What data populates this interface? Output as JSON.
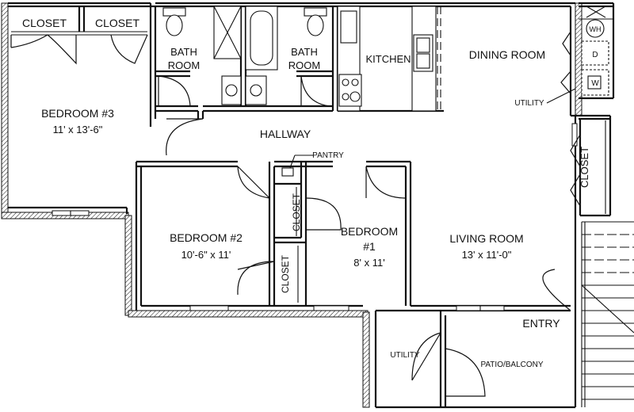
{
  "rooms": {
    "closet_a": "CLOSET",
    "closet_b": "CLOSET",
    "bath1_line1": "BATH",
    "bath1_line2": "ROOM",
    "bath2_line1": "BATH",
    "bath2_line2": "ROOM",
    "kitchen": "KITCHEN",
    "dining": "DINING ROOM",
    "utility_right": "UTILITY",
    "hallway": "HALLWAY",
    "pantry": "PANTRY",
    "bed3_name": "BEDROOM #3",
    "bed3_size": "11' x 13'-6\"",
    "bed2_name": "BEDROOM #2",
    "bed2_size": "10'-6\" x 11'",
    "bed1_line1": "BEDROOM",
    "bed1_line2": "#1",
    "bed1_size": "8' x 11'",
    "living_name": "LIVING ROOM",
    "living_size": "13' x 11'-0\"",
    "closet_hall": "CLOSET",
    "closet_bed2": "CLOSET",
    "closet_right": "CLOSET",
    "entry": "ENTRY",
    "utility_bottom": "UTILITY",
    "patio": "PATIO/BALCONY"
  },
  "appliances": {
    "water_heater": "WH",
    "dryer": "D",
    "washer": "W"
  }
}
